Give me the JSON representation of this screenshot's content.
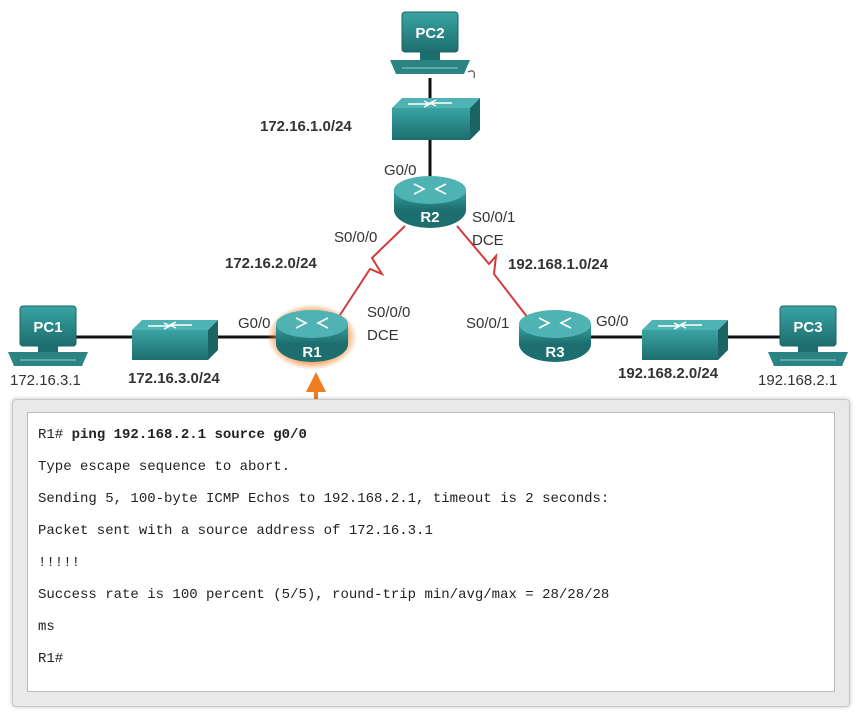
{
  "diagram": {
    "devices": {
      "pc1": "PC1",
      "pc2": "PC2",
      "pc3": "PC3",
      "r1": "R1",
      "r2": "R2",
      "r3": "R3"
    },
    "hosts": {
      "pc1_ip": "172.16.3.1",
      "pc3_ip": "192.168.2.1"
    },
    "networks": {
      "lan_pc2": "172.16.1.0/24",
      "wan_r1_r2": "172.16.2.0/24",
      "wan_r2_r3": "192.168.1.0/24",
      "lan_pc1": "172.16.3.0/24",
      "lan_pc3": "192.168.2.0/24"
    },
    "interfaces": {
      "r2_g00": "G0/0",
      "r2_s000": "S0/0/0",
      "r2_s001": "S0/0/1",
      "r2_dce": "DCE",
      "r1_g00": "G0/0",
      "r1_s000": "S0/0/0",
      "r1_dce": "DCE",
      "r3_s001": "S0/0/1",
      "r3_g00": "G0/0"
    },
    "colors": {
      "device": "#2e8f8f",
      "device_dark": "#1b6464",
      "serial_link": "#d43a3a",
      "highlight": "#f07d1f",
      "link": "#111111"
    }
  },
  "console": {
    "prompt": "R1#",
    "command": "ping 192.168.2.1 source g0/0",
    "lines": [
      "Type escape sequence to abort.",
      "Sending 5, 100-byte ICMP Echos to 192.168.2.1, timeout is 2 seconds:",
      "Packet sent with a source address of 172.16.3.1",
      "!!!!!",
      "Success rate is 100 percent (5/5), round-trip min/avg/max = 28/28/28",
      "ms"
    ],
    "final_prompt": "R1#"
  }
}
